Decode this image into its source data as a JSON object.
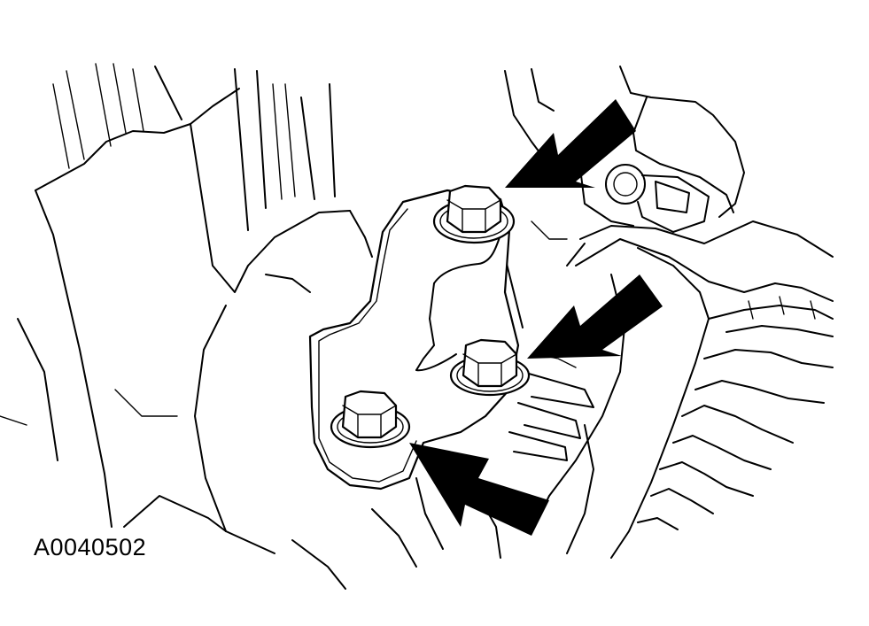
{
  "figure": {
    "id_label": "A0040502",
    "colors": {
      "line": "#000000",
      "background": "#ffffff"
    },
    "callout_arrows": [
      "arrow-top-bolt",
      "arrow-middle-bolt",
      "arrow-bottom-bolt"
    ]
  }
}
